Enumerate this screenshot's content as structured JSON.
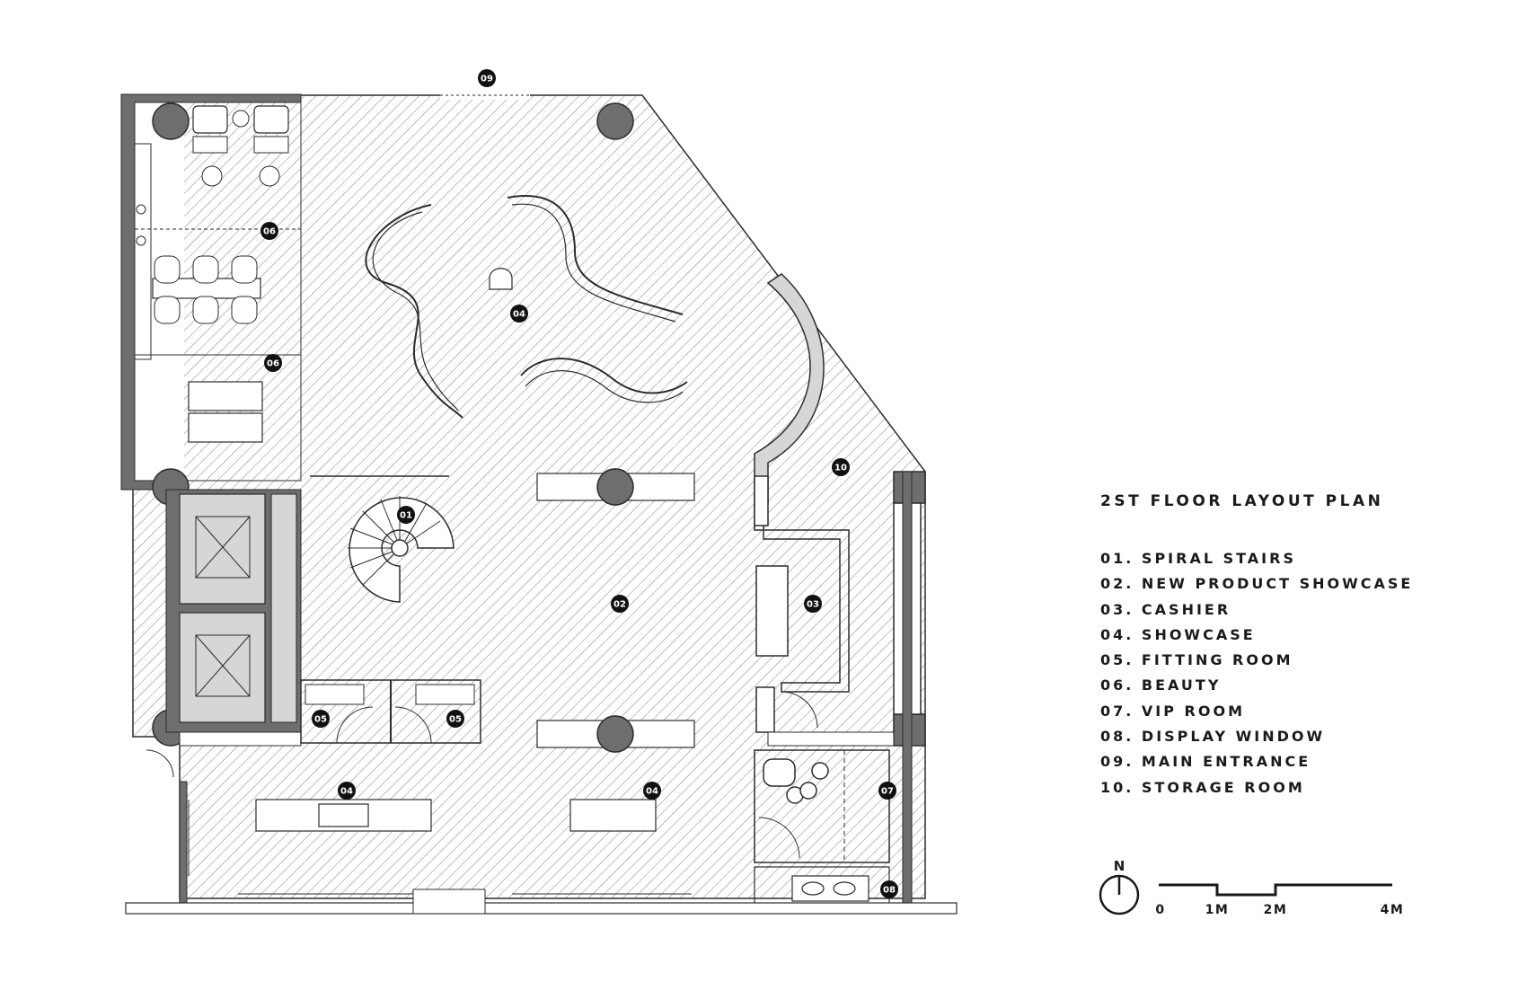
{
  "plan": {
    "title": "2ST FLOOR LAYOUT PLAN",
    "legend": [
      "01. SPIRAL STAIRS",
      "02. NEW PRODUCT SHOWCASE",
      "03. CASHIER",
      "04. SHOWCASE",
      "05. FITTING ROOM",
      "06. BEAUTY",
      "07. VIP ROOM",
      "08. DISPLAY WINDOW",
      "09. MAIN ENTRANCE",
      "10. STORAGE ROOM"
    ],
    "markers": {
      "m01": "01",
      "m02": "02",
      "m03": "03",
      "m04a": "04",
      "m04b": "04",
      "m04c": "04",
      "m05a": "05",
      "m05b": "05",
      "m06a": "06",
      "m06b": "06",
      "m07": "07",
      "m08": "08",
      "m09": "09",
      "m10": "10"
    },
    "north_label": "N",
    "scale_labels": [
      "0",
      "1M",
      "2M",
      "4M"
    ]
  },
  "colors": {
    "wall": "#6e6e6e",
    "line": "#2b2b2b",
    "hatch": "#8a8a8a",
    "marker": "#111111"
  }
}
